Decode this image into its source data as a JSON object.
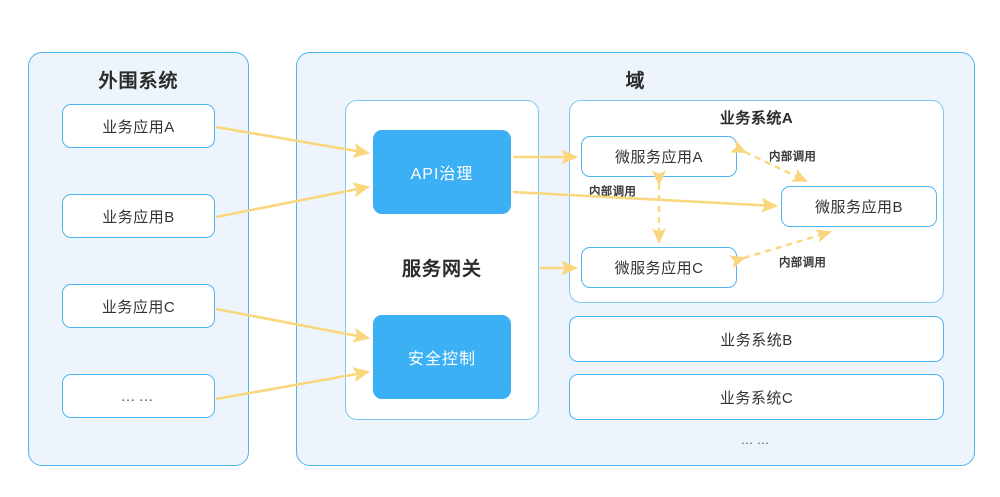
{
  "diagram": {
    "title_left": "外围系统",
    "title_right": "域",
    "accent_blue": "#3bb0f4",
    "border_blue": "#4fb5f0",
    "panel_bg": "#eef4fb",
    "arrow_yellow": "#fad77e"
  },
  "peripheral": {
    "title": "外围系统",
    "apps": [
      {
        "label": "业务应用A"
      },
      {
        "label": "业务应用B"
      },
      {
        "label": "业务应用C"
      },
      {
        "label": "……"
      }
    ]
  },
  "gateway": {
    "title": "服务网关",
    "blocks": [
      {
        "label": "API治理"
      },
      {
        "label": "安全控制"
      }
    ]
  },
  "domain": {
    "title": "域",
    "system_a": {
      "title": "业务系统A",
      "services": [
        {
          "label": "微服务应用A"
        },
        {
          "label": "微服务应用B"
        },
        {
          "label": "微服务应用C"
        }
      ],
      "edge_labels": [
        {
          "label": "内部调用"
        },
        {
          "label": "内部调用"
        },
        {
          "label": "内部调用"
        }
      ]
    },
    "other_systems": [
      {
        "label": "业务系统B"
      },
      {
        "label": "业务系统C"
      }
    ],
    "ellipsis": "……"
  }
}
